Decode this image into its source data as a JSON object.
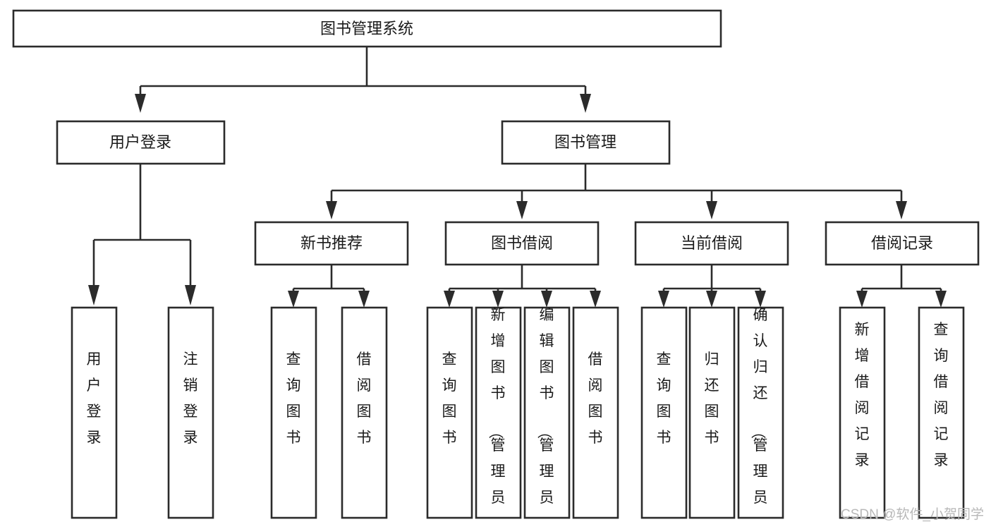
{
  "diagram": {
    "type": "hierarchy-tree",
    "title": "图书管理系统",
    "colors": {
      "background": "#ffffff",
      "box_stroke": "#2b2b2b",
      "box_fill": "#ffffff",
      "text": "#1a1a1a",
      "watermark": "#b8b8b8"
    },
    "root": {
      "label": "图书管理系统"
    },
    "level2": [
      {
        "label": "用户登录"
      },
      {
        "label": "图书管理"
      }
    ],
    "level3": [
      {
        "label": "新书推荐"
      },
      {
        "label": "图书借阅"
      },
      {
        "label": "当前借阅"
      },
      {
        "label": "借阅记录"
      }
    ],
    "leaves": {
      "user_login": [
        {
          "label": "用户登录"
        },
        {
          "label": "注销登录"
        }
      ],
      "new_book_recommend": [
        {
          "label": "查询图书"
        },
        {
          "label": "借阅图书"
        }
      ],
      "book_borrow": [
        {
          "label": "查询图书"
        },
        {
          "label": "新增图书（管理员）"
        },
        {
          "label": "编辑图书（管理员）"
        },
        {
          "label": "借阅图书"
        }
      ],
      "current_borrow": [
        {
          "label": "查询图书"
        },
        {
          "label": "归还图书"
        },
        {
          "label": "确认归还（管理员）"
        }
      ],
      "borrow_record": [
        {
          "label": "新增借阅记录"
        },
        {
          "label": "查询借阅记录"
        }
      ]
    },
    "watermark": "CSDN @软件_小贺同学"
  }
}
